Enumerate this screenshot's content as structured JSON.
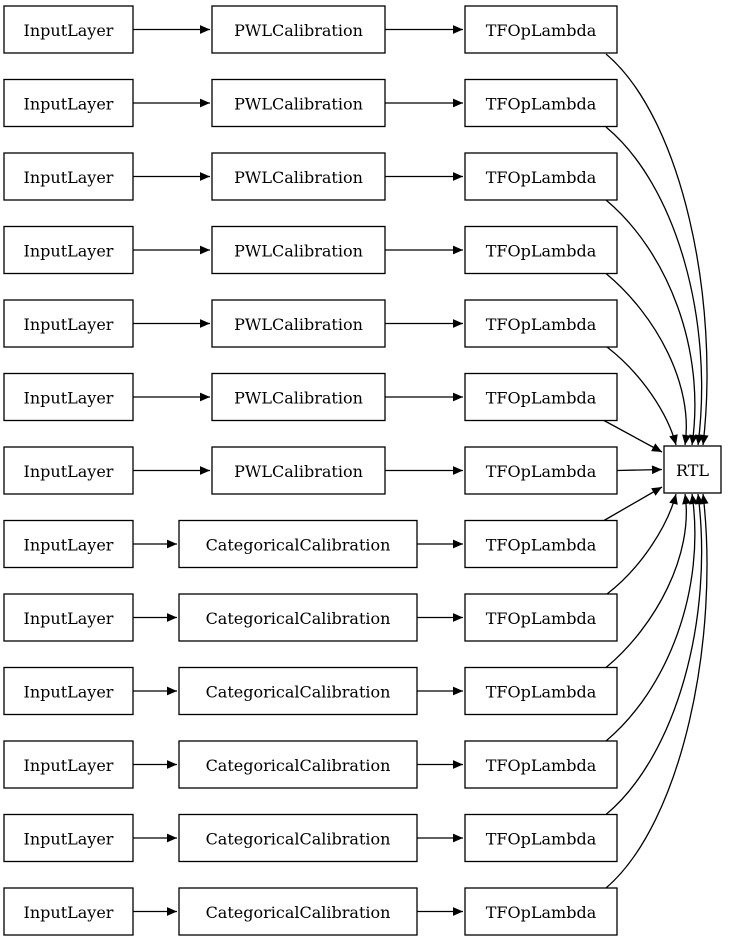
{
  "diagram": {
    "background": "#ffffff",
    "node_fill": "#ffffff",
    "node_border": "#000000",
    "edge_color": "#000000",
    "rtl_label": "RTL",
    "rows": [
      {
        "input": "InputLayer",
        "calibration": "PWLCalibration",
        "op": "TFOpLambda"
      },
      {
        "input": "InputLayer",
        "calibration": "PWLCalibration",
        "op": "TFOpLambda"
      },
      {
        "input": "InputLayer",
        "calibration": "PWLCalibration",
        "op": "TFOpLambda"
      },
      {
        "input": "InputLayer",
        "calibration": "PWLCalibration",
        "op": "TFOpLambda"
      },
      {
        "input": "InputLayer",
        "calibration": "PWLCalibration",
        "op": "TFOpLambda"
      },
      {
        "input": "InputLayer",
        "calibration": "PWLCalibration",
        "op": "TFOpLambda"
      },
      {
        "input": "InputLayer",
        "calibration": "PWLCalibration",
        "op": "TFOpLambda"
      },
      {
        "input": "InputLayer",
        "calibration": "CategoricalCalibration",
        "op": "TFOpLambda"
      },
      {
        "input": "InputLayer",
        "calibration": "CategoricalCalibration",
        "op": "TFOpLambda"
      },
      {
        "input": "InputLayer",
        "calibration": "CategoricalCalibration",
        "op": "TFOpLambda"
      },
      {
        "input": "InputLayer",
        "calibration": "CategoricalCalibration",
        "op": "TFOpLambda"
      },
      {
        "input": "InputLayer",
        "calibration": "CategoricalCalibration",
        "op": "TFOpLambda"
      },
      {
        "input": "InputLayer",
        "calibration": "CategoricalCalibration",
        "op": "TFOpLambda"
      }
    ]
  }
}
